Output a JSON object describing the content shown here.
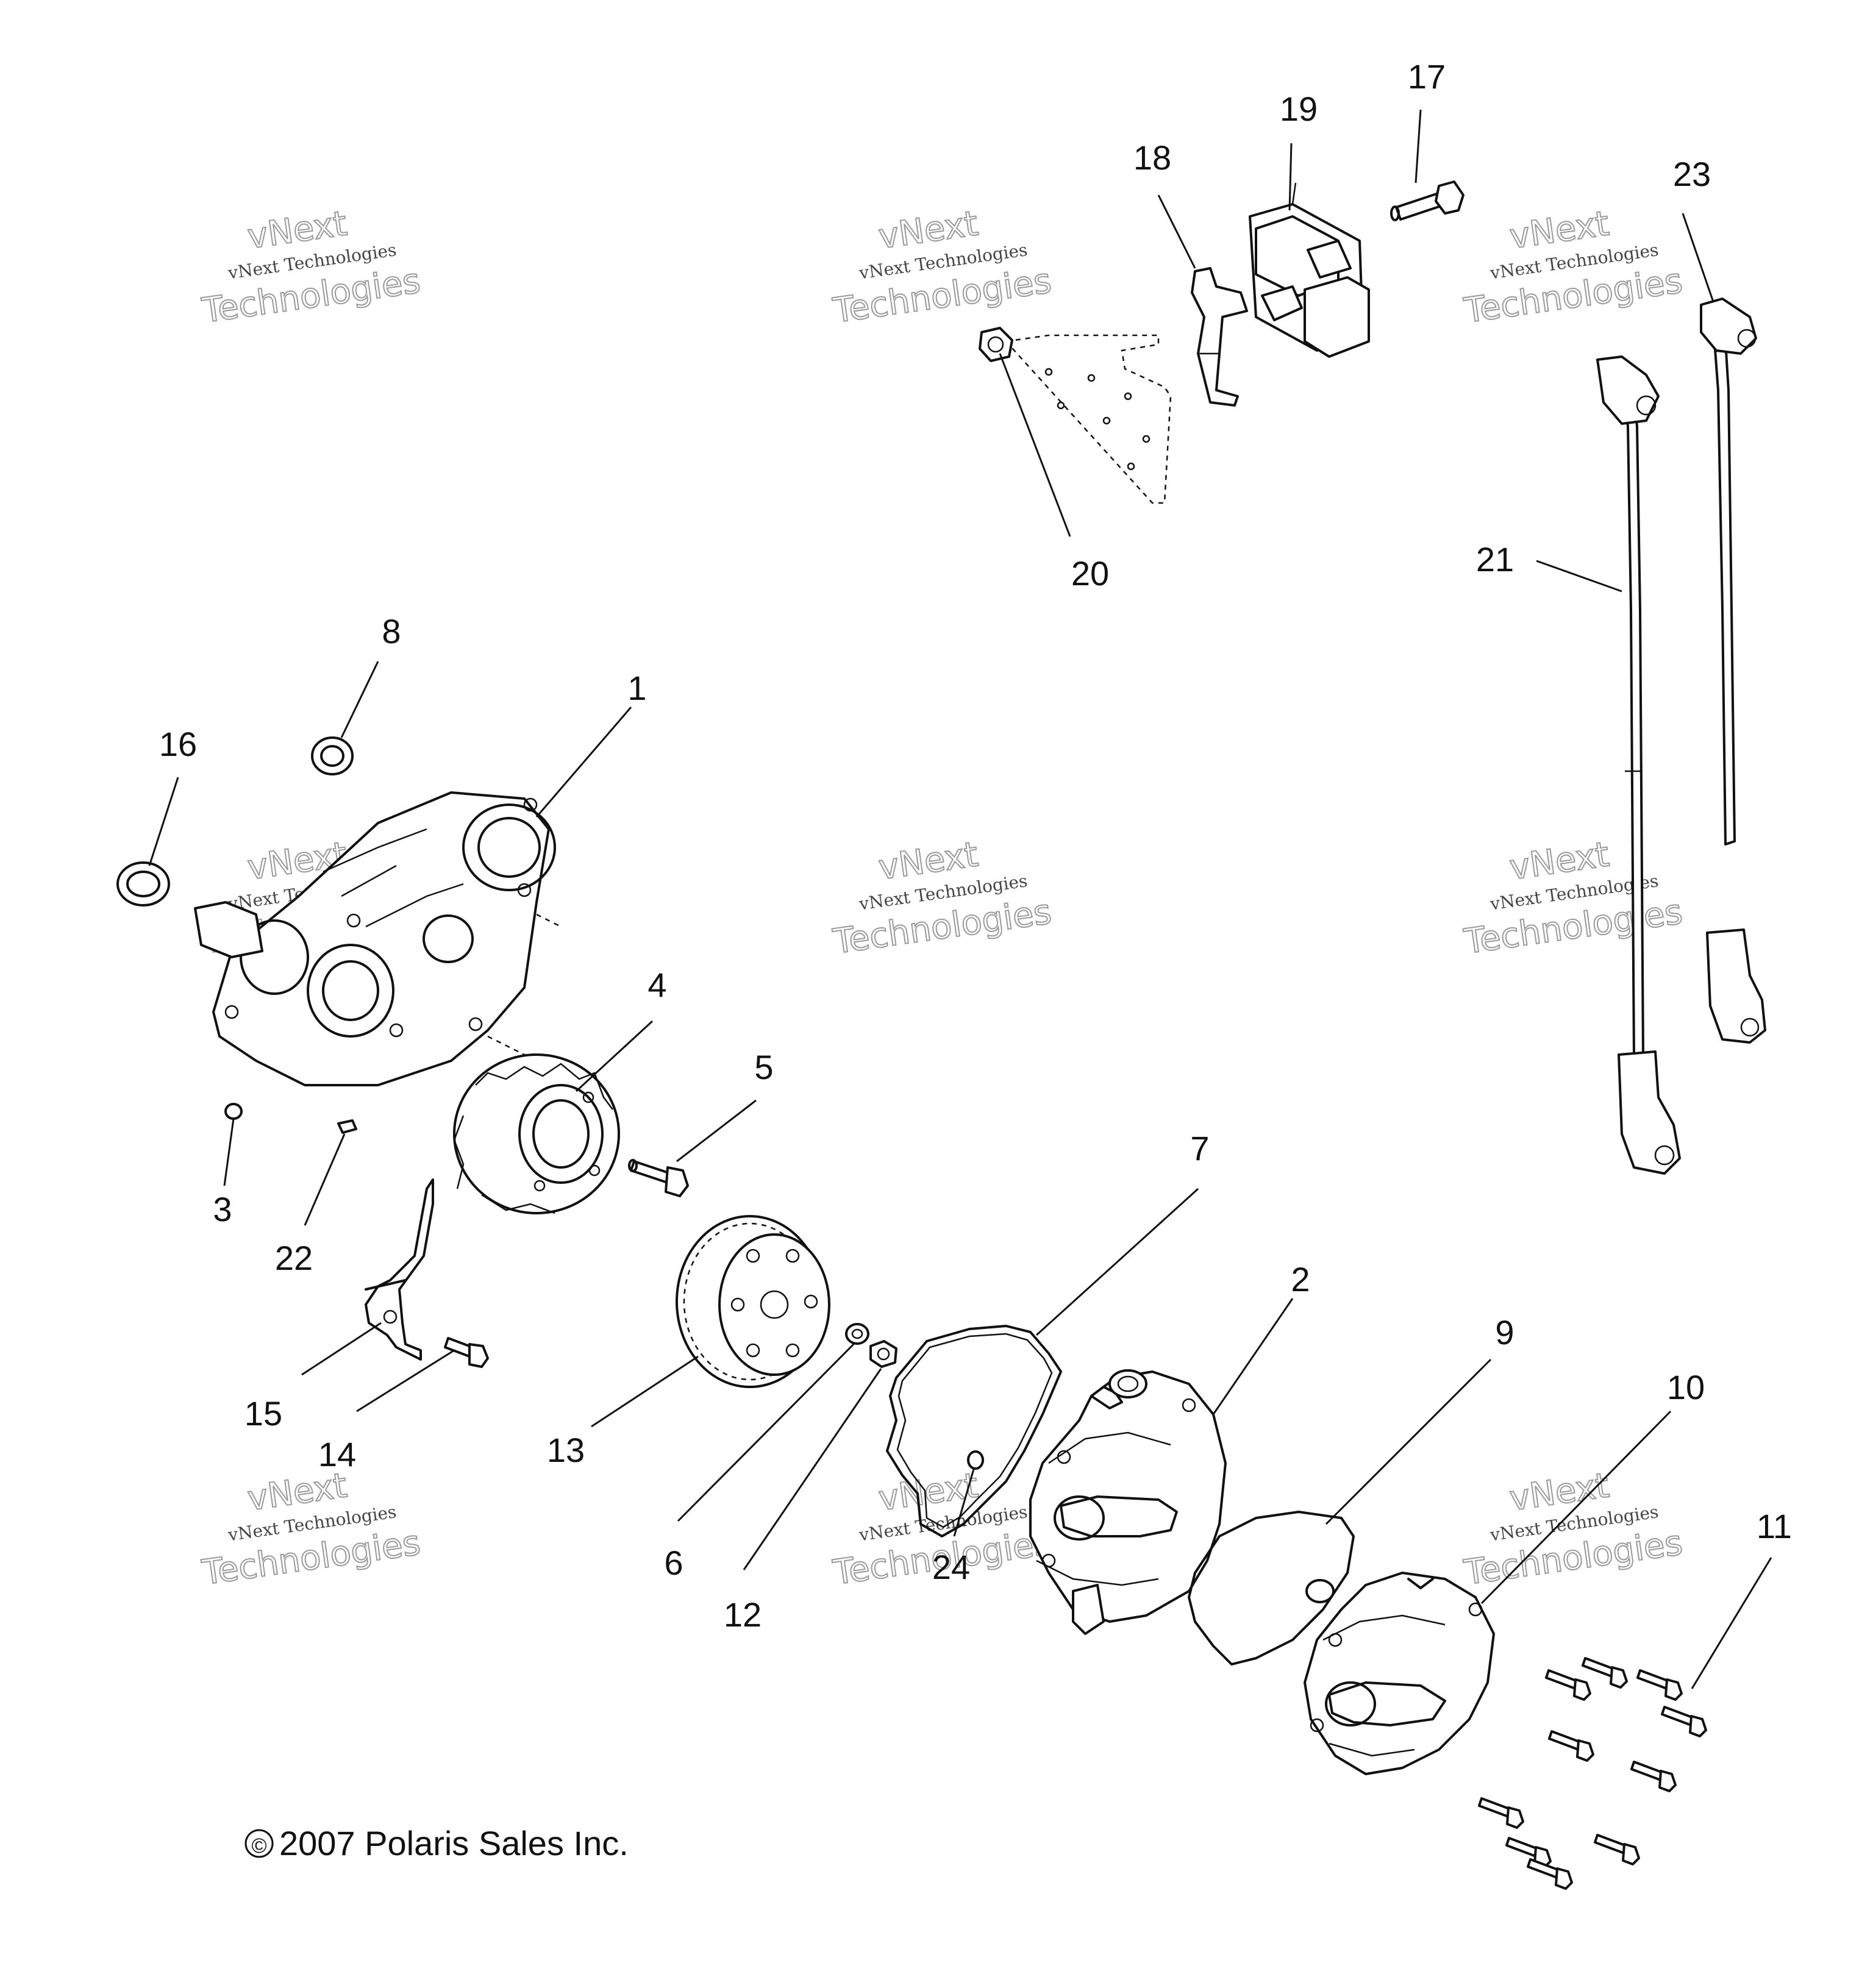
{
  "copyright": {
    "symbol": "©",
    "text": "2007 Polaris Sales Inc."
  },
  "watermark": {
    "line1": "vNext",
    "line2": "vNext Technologies",
    "line3": "Technologies"
  },
  "callouts": {
    "c1": "1",
    "c2": "2",
    "c3": "3",
    "c4": "4",
    "c5": "5",
    "c6": "6",
    "c7": "7",
    "c8": "8",
    "c9": "9",
    "c10": "10",
    "c11": "11",
    "c12": "12",
    "c13": "13",
    "c14": "14",
    "c15": "15",
    "c16": "16",
    "c17": "17",
    "c18": "18",
    "c19": "19",
    "c20": "20",
    "c21": "21",
    "c22": "22",
    "c23": "23",
    "c24": "24"
  }
}
